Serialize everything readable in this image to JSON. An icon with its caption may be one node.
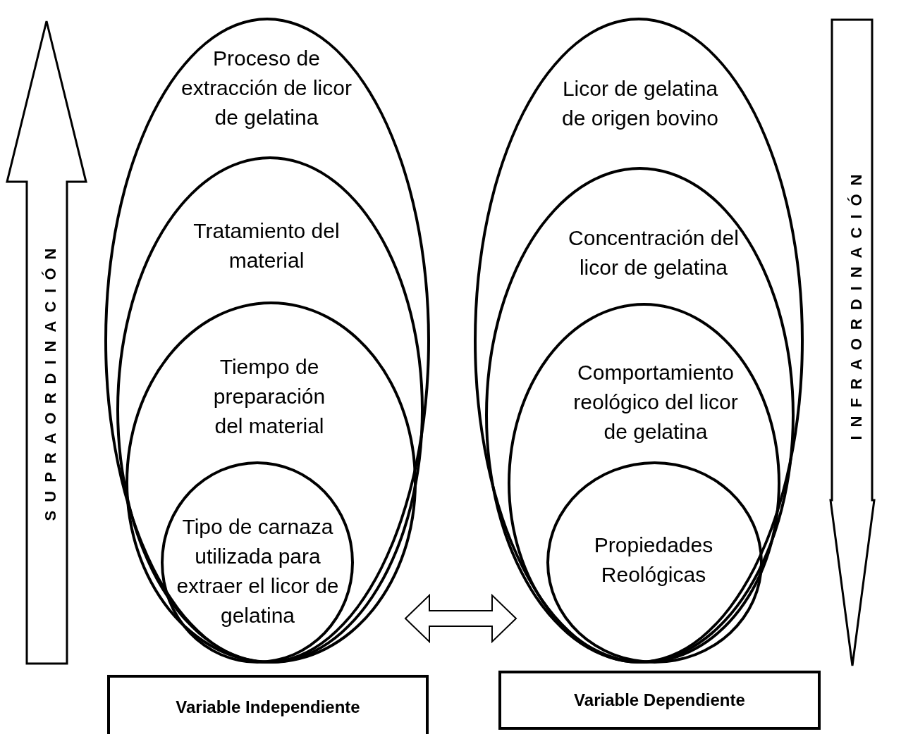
{
  "diagram": {
    "nodes": [
      {
        "text": [
          "Proceso de extracción de licor de gelatina"
        ]
      },
      {
        "text": [
          "Tratamiento del material"
        ],
        "in": 0
      },
      {
        "text": [
          "Tiempo de preparación del material"
        ],
        "in": 1
      },
      {
        "text": [
          "Tipo de carnaza utilizada para extraer el licor de gelatina"
        ],
        "in": 2
      },
      {
        "text": [
          "Licor de gelatina de origen bovino"
        ]
      },
      {
        "text": [
          "Concentración del licor de gelatina"
        ],
        "in": 4
      },
      {
        "text": [
          "Comportamiento reológico del licor de gelatina"
        ],
        "in": 5
      },
      {
        "text": [
          "Propiedades Reológicas"
        ],
        "in": 6
      },
      {
        "text": [
          "Variable Independiente"
        ]
      },
      {
        "text": [
          "Variable Dependiente"
        ]
      }
    ],
    "edges": [
      {
        "from": 0,
        "to": 4,
        "arrow": "both"
      }
    ],
    "labels": [
      "SUPRAORDINACIÓN",
      "INFRAORDINACIÓN"
    ]
  }
}
